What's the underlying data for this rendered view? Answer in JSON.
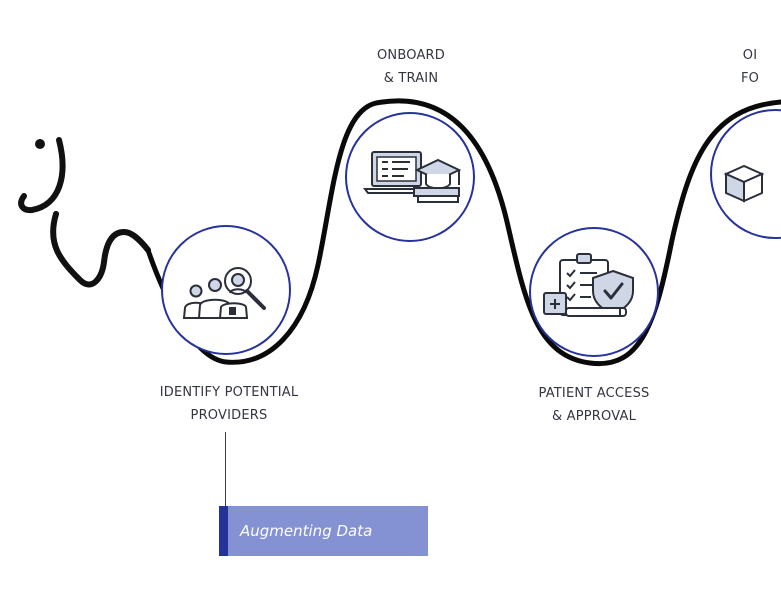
{
  "steps": [
    {
      "line1": "IDENTIFY POTENTIAL",
      "line2": "PROVIDERS",
      "icon": "provider-search-icon"
    },
    {
      "line1": "ONBOARD",
      "line2": "& TRAIN",
      "icon": "laptop-graduation-icon"
    },
    {
      "line1": "PATIENT ACCESS",
      "line2": "& APPROVAL",
      "icon": "clipboard-shield-check-icon"
    },
    {
      "line1": "OI",
      "line2": "FO",
      "icon": "box-icon"
    }
  ],
  "callout": {
    "text": "Augmenting Data"
  },
  "decorations": {
    "stethoscope_icon": "stethoscope-icon"
  },
  "colors": {
    "ring": "#27329a",
    "path": "#0a0a0a",
    "icon_stroke": "#2b2f3a",
    "icon_fill": "#cfd6e6",
    "callout_bg": "#8491d3",
    "callout_accent": "#24339b"
  }
}
